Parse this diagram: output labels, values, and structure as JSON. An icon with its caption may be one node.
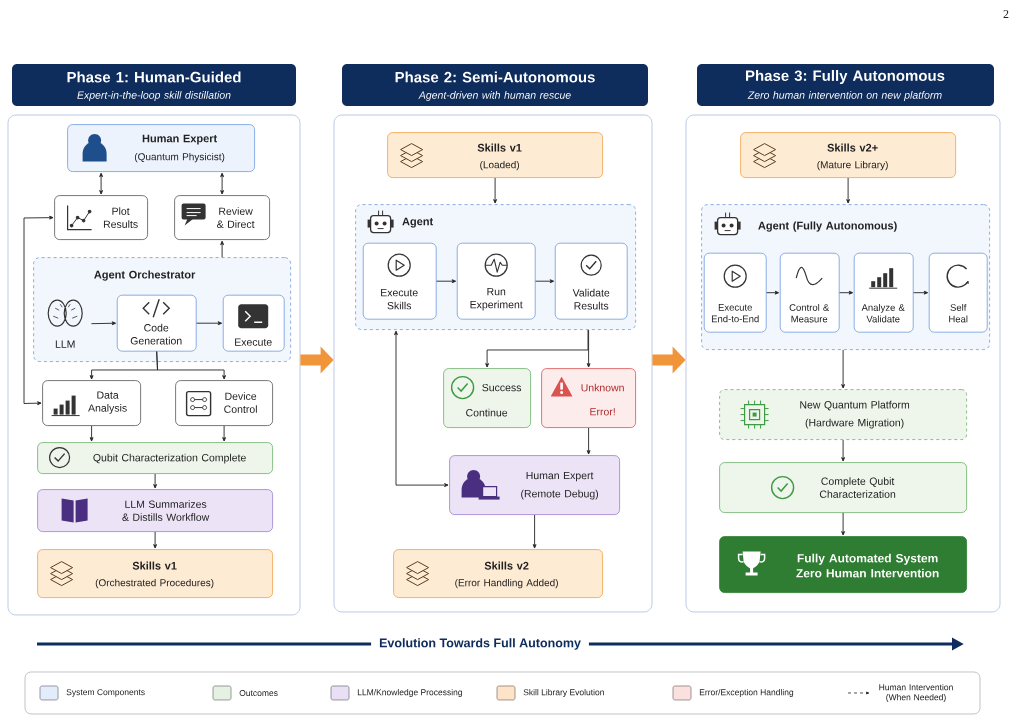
{
  "diagram": {
    "nodes": [
      {
        "text": [
          "Phase 1: Human-Guided",
          "Expert-in-the-loop skill distillation"
        ]
      },
      {
        "text": [
          "Human Expert",
          "(Quantum Physicist)"
        ],
        "in": 0
      },
      {
        "text": [
          "Plot Results"
        ],
        "in": 0
      },
      {
        "text": [
          "Review & Direct"
        ],
        "in": 0
      },
      {
        "text": [
          "Agent Orchestrator"
        ],
        "in": 0
      },
      {
        "text": [
          "LLM"
        ],
        "in": 4
      },
      {
        "text": [
          "Code Generation"
        ],
        "in": 4
      },
      {
        "text": [
          "Execute"
        ],
        "in": 4
      },
      {
        "text": [
          "Data Analysis"
        ],
        "in": 0
      },
      {
        "text": [
          "Device Control"
        ],
        "in": 0
      },
      {
        "text": [
          "Qubit Characterization Complete"
        ],
        "in": 0
      },
      {
        "text": [
          "LLM Summarizes & Distills Workflow"
        ],
        "in": 0
      },
      {
        "text": [
          "Skills v1",
          "(Orchestrated Procedures)"
        ],
        "in": 0
      },
      {
        "text": [
          "Phase 2: Semi-Autonomous",
          "Agent-driven with human rescue"
        ]
      },
      {
        "text": [
          "Skills v1",
          "(Loaded)"
        ],
        "in": 13
      },
      {
        "text": [
          "Agent"
        ],
        "in": 13
      },
      {
        "text": [
          "Execute Skills"
        ],
        "in": 15
      },
      {
        "text": [
          "Run Experiment"
        ],
        "in": 15
      },
      {
        "text": [
          "Validate Results"
        ],
        "in": 15
      },
      {
        "text": [
          "Success",
          "Continue"
        ],
        "in": 13
      },
      {
        "text": [
          "Unknown Error!"
        ],
        "in": 13
      },
      {
        "text": [
          "Human Expert",
          "(Remote Debug)"
        ],
        "in": 13
      },
      {
        "text": [
          "Skills v2",
          "(Error Handling Added)"
        ],
        "in": 13
      },
      {
        "text": [
          "Phase 3: Fully Autonomous",
          "Zero human intervention on new platform"
        ]
      },
      {
        "text": [
          "Skills v2+",
          "(Mature Library)"
        ],
        "in": 23
      },
      {
        "text": [
          "Agent (Fully Autonomous)"
        ],
        "in": 23
      },
      {
        "text": [
          "Execute End-to-End"
        ],
        "in": 25
      },
      {
        "text": [
          "Control & Measure"
        ],
        "in": 25
      },
      {
        "text": [
          "Analyze & Validate"
        ],
        "in": 25
      },
      {
        "text": [
          "Self Heal"
        ],
        "in": 25
      },
      {
        "text": [
          "New Quantum Platform",
          "(Hardware Migration)"
        ],
        "in": 23
      },
      {
        "text": [
          "Complete Qubit Characterization"
        ],
        "in": 23
      },
      {
        "text": [
          "Fully Automated System Zero Human Intervention"
        ],
        "in": 23
      }
    ],
    "edges": [
      {
        "from": 1,
        "to": 2,
        "arrow": "both"
      },
      {
        "from": 1,
        "to": 3,
        "arrow": "both"
      },
      {
        "from": 4,
        "to": 3,
        "arrow": "to"
      },
      {
        "from": 5,
        "to": 6,
        "arrow": "to"
      },
      {
        "from": 6,
        "to": 7,
        "arrow": "to"
      },
      {
        "from": 6,
        "to": 8,
        "arrow": "to"
      },
      {
        "from": 6,
        "to": 9,
        "arrow": "to"
      },
      {
        "from": 2,
        "to": 8,
        "arrow": "both"
      },
      {
        "from": 8,
        "to": 10,
        "arrow": "to"
      },
      {
        "from": 9,
        "to": 10,
        "arrow": "to"
      },
      {
        "from": 10,
        "to": 11,
        "arrow": "to"
      },
      {
        "from": 11,
        "to": 12,
        "arrow": "to"
      },
      {
        "from": 0,
        "to": 13,
        "arrow": "to",
        "style": "thick",
        "color": "#f0953a"
      },
      {
        "from": 13,
        "to": 23,
        "arrow": "to",
        "style": "thick",
        "color": "#f0953a"
      },
      {
        "from": 14,
        "to": 15,
        "arrow": "to"
      },
      {
        "from": 16,
        "to": 17,
        "arrow": "to"
      },
      {
        "from": 17,
        "to": 18,
        "arrow": "to"
      },
      {
        "from": 15,
        "to": 19,
        "arrow": "to"
      },
      {
        "from": 15,
        "to": 20,
        "arrow": "to"
      },
      {
        "from": 20,
        "to": 21,
        "arrow": "to"
      },
      {
        "from": 21,
        "to": 15,
        "arrow": "both"
      },
      {
        "from": 21,
        "to": 22,
        "arrow": "to"
      },
      {
        "from": 24,
        "to": 25,
        "arrow": "to"
      },
      {
        "from": 26,
        "to": 27,
        "arrow": "to"
      },
      {
        "from": 27,
        "to": 28,
        "arrow": "to"
      },
      {
        "from": 28,
        "to": 29,
        "arrow": "to"
      },
      {
        "from": 25,
        "to": 30,
        "arrow": "to"
      },
      {
        "from": 30,
        "to": 31,
        "arrow": "to"
      },
      {
        "from": 31,
        "to": 32,
        "arrow": "to"
      }
    ],
    "labels": [
      "2",
      "Evolution Towards Full Autonomy"
    ],
    "legend": [
      {
        "text": "System Components",
        "color": "#e3ecfa"
      },
      {
        "text": "Outcomes",
        "color": "#e4f1e3"
      },
      {
        "text": "LLM/Knowledge Processing",
        "color": "#e9e0f5"
      },
      {
        "text": "Skill Library Evolution",
        "color": "#fde3c8"
      },
      {
        "text": "Error/Exception Handling",
        "color": "#fbe0e0"
      },
      {
        "text": "Human Intervention (When Needed)"
      }
    ]
  }
}
